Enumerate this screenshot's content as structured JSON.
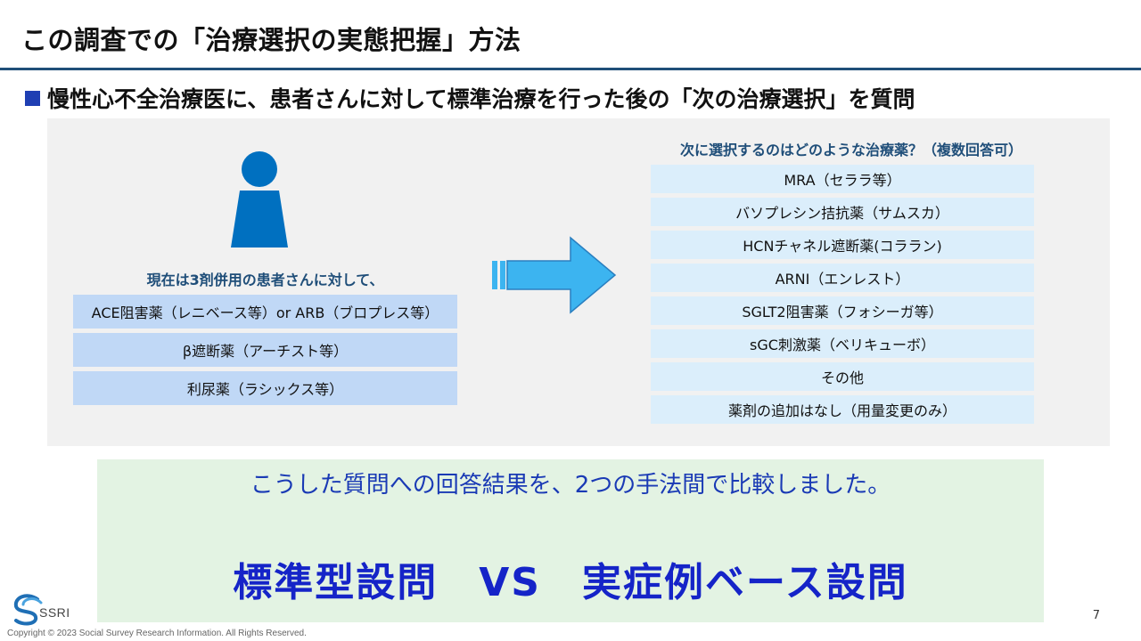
{
  "header": {
    "title": "この調査での「治療選択の実態把握」方法",
    "subtitle": "慢性心不全治療医に、患者さんに対して標準治療を行った後の「次の治療選択」を質問"
  },
  "left": {
    "caption": "現在は3剤併用の患者さんに対して、",
    "items": [
      "ACE阻害薬（レニベース等）or ARB（ブロプレス等）",
      "β遮断薬（アーチスト等）",
      "利尿薬（ラシックス等）"
    ]
  },
  "right": {
    "caption": "次に選択するのはどのような治療薬？（複数回答可）",
    "items": [
      "MRA（セララ等）",
      "バソプレシン拮抗薬（サムスカ）",
      "HCNチャネル遮断薬(コララン)",
      "ARNI（エンレスト）",
      "SGLT2阻害薬（フォシーガ等）",
      "sGC刺激薬（ベリキューボ）",
      "その他",
      "薬剤の追加はなし（用量変更のみ）"
    ]
  },
  "result": {
    "line1": "こうした質問への回答結果を、2つの手法間で比較しました。",
    "line2": "標準型設問　VS　実症例ベース設問"
  },
  "footer": {
    "logo_text": "SSRI",
    "page_number": "7",
    "copyright": "Copyright © 2023 Social Survey Research Information. All Rights Reserved."
  },
  "colors": {
    "accent_blue": "#1f4e79",
    "person_blue": "#0070c0",
    "arrow_blue": "#3cb4f0",
    "result_text": "#1524c8"
  },
  "icons": {
    "person": "person-icon",
    "arrow": "right-arrow-icon",
    "bullet": "square-bullet-icon"
  }
}
